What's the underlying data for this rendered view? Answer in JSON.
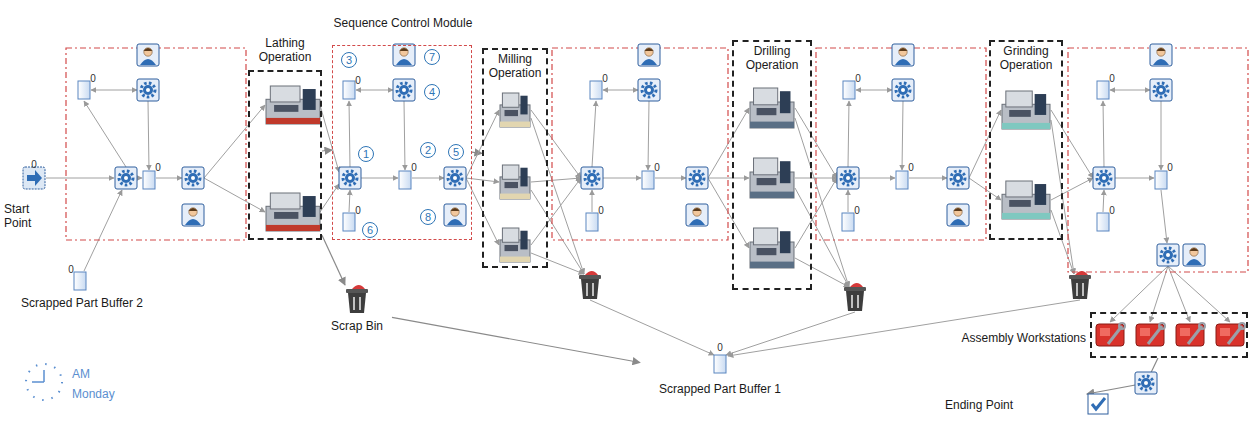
{
  "diagram": {
    "nodes": [
      {
        "text": [
          "Start Point"
        ]
      },
      {
        "text": [
          "Scrapped Part Buffer 2"
        ]
      },
      {
        "text": [
          "Lathing Operation"
        ]
      },
      {
        "text": [
          "Sequence Control Module"
        ]
      },
      {
        "text": [
          "Milling Operation"
        ]
      },
      {
        "text": [
          "Drilling Operation"
        ]
      },
      {
        "text": [
          "Grinding Operation"
        ]
      },
      {
        "text": [
          "Scrap Bin"
        ]
      },
      {
        "text": [
          "Scrapped Part Buffer 1"
        ]
      },
      {
        "text": [
          "Assembly Workstations"
        ]
      },
      {
        "text": [
          "Ending Point"
        ]
      }
    ],
    "edges": [
      {
        "from": 2,
        "to": 3,
        "arrow": "to"
      },
      {
        "from": 2,
        "to": 7,
        "arrow": "to"
      },
      {
        "from": 3,
        "to": 4,
        "arrow": "to"
      },
      {
        "from": 7,
        "to": 8,
        "arrow": "to"
      },
      {
        "from": 9,
        "to": 10,
        "arrow": "to"
      }
    ],
    "labels": [
      "0",
      "0",
      "0",
      "0",
      "0",
      "0",
      "0",
      "0",
      "0",
      "0",
      "0",
      "0",
      "0",
      "0",
      "0",
      "0",
      "0",
      "1",
      "2",
      "3",
      "4",
      "5",
      "6",
      "7",
      "8",
      "AM",
      "Monday"
    ]
  }
}
